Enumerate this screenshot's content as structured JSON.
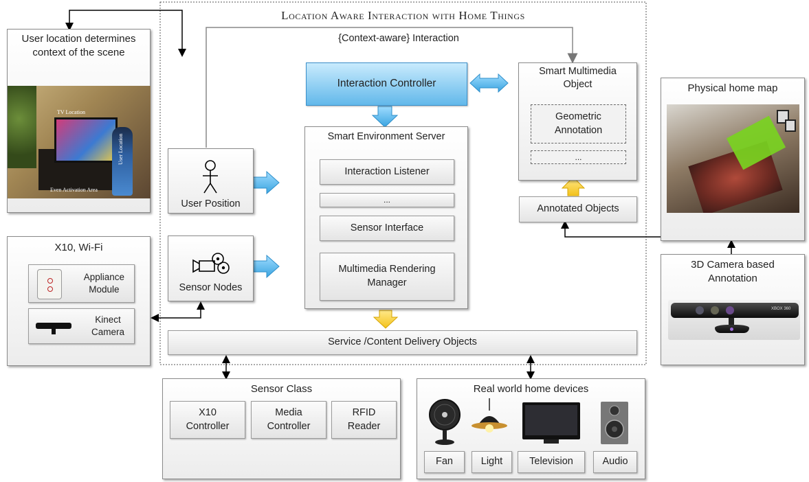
{
  "title": "Location Aware Interaction with Home Things",
  "context_label": "{Context-aware} Interaction",
  "interaction_controller": "Interaction Controller",
  "smart_multimedia": {
    "title": "Smart Multimedia\nObject",
    "items": [
      "Geometric\nAnnotation",
      "..."
    ]
  },
  "annotated_objects": "Annotated Objects",
  "server": {
    "title": "Smart Environment Server",
    "items": [
      "Interaction Listener",
      "...",
      "Sensor Interface",
      "Multimedia Rendering\nManager"
    ]
  },
  "user_position": "User Position",
  "sensor_nodes": "Sensor Nodes",
  "service_bar": "Service /Content Delivery Objects",
  "left_panel": {
    "title": "User location determines\ncontext of the scene",
    "photo_labels": [
      "TV Location",
      "Even Activation Area",
      "User Location"
    ]
  },
  "x10_panel": {
    "title": "X10, Wi-Fi",
    "items": [
      "Appliance\nModule",
      "Kinect\nCamera"
    ]
  },
  "home_map": {
    "title": "Physical home map"
  },
  "camera_panel": {
    "title": "3D Camera based\nAnnotation",
    "device_text": "XBOX 360"
  },
  "sensor_class": {
    "title": "Sensor Class",
    "items": [
      "X10\nController",
      "Media\nController",
      "RFID\nReader"
    ]
  },
  "devices": {
    "title": "Real world home devices",
    "items": [
      "Fan",
      "Light",
      "Television",
      "Audio"
    ]
  },
  "colors": {
    "controller": "#7ec8f0",
    "blue_arrow": "#5db6ea",
    "yellow_arrow": "#f7d347"
  }
}
